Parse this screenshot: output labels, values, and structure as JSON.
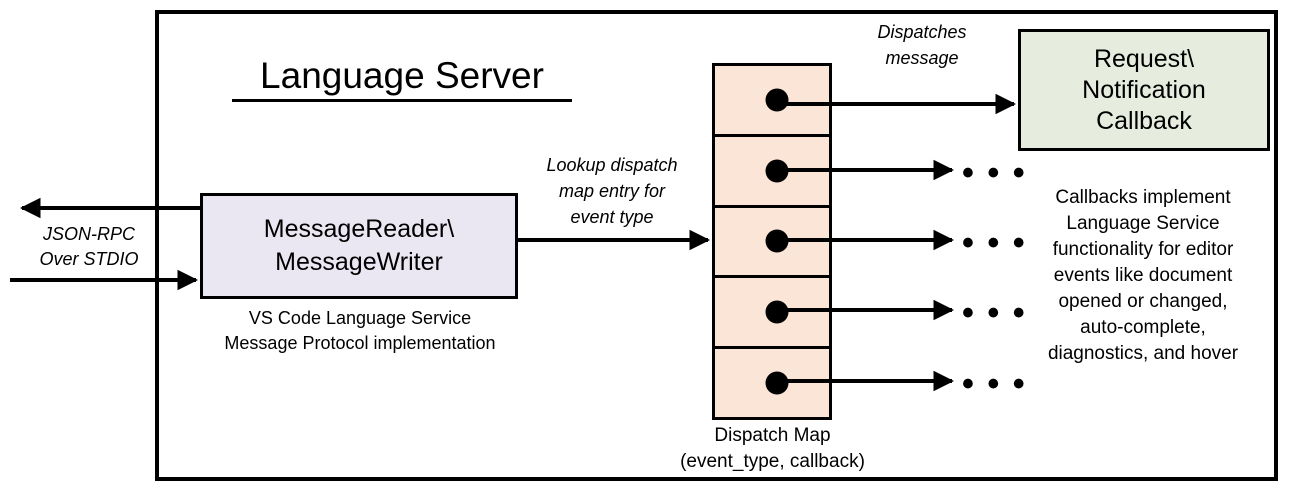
{
  "diagram": {
    "title": "Language Server",
    "title_underlined": true,
    "frame": {
      "name": "language-server-boundary"
    }
  },
  "message_io": {
    "line1": "MessageReader\\",
    "line2": "MessageWriter",
    "caption_line1": "VS Code Language Service",
    "caption_line2": "Message Protocol implementation",
    "fill_color": "#EAE7F2"
  },
  "transport": {
    "label_line1": "JSON-RPC",
    "label_line2": "Over STDIO",
    "outbound_arrow": "arrow-out-left",
    "inbound_arrow": "arrow-in-right"
  },
  "lookup": {
    "label_line1": "Lookup dispatch",
    "label_line2": "map entry for",
    "label_line3": "event type"
  },
  "dispatch": {
    "label_line1": "Dispatches",
    "label_line2": "message",
    "caption_line1": "Dispatch Map",
    "caption_line2": "(event_type, callback)",
    "fill_color": "#FBE5D6",
    "cells": [
      {
        "id": "cell-1",
        "dot": true
      },
      {
        "id": "cell-2",
        "dot": true
      },
      {
        "id": "cell-3",
        "dot": true
      },
      {
        "id": "cell-4",
        "dot": true
      },
      {
        "id": "cell-5",
        "dot": true
      }
    ],
    "continuation_marks": [
      "• • •",
      "• • •",
      "• • •",
      "• • •"
    ]
  },
  "callback": {
    "line1": "Request\\",
    "line2": "Notification",
    "line3": "Callback",
    "fill_color": "#E6EDDE",
    "caption_line1": "Callbacks implement",
    "caption_line2": "Language Service",
    "caption_line3": "functionality for editor",
    "caption_line4": "events like document",
    "caption_line5": "opened or changed,",
    "caption_line6": "auto-complete,",
    "caption_line7": "diagnostics, and hover"
  },
  "colors": {
    "stroke": "#000000",
    "background": "#FFFFFF"
  }
}
